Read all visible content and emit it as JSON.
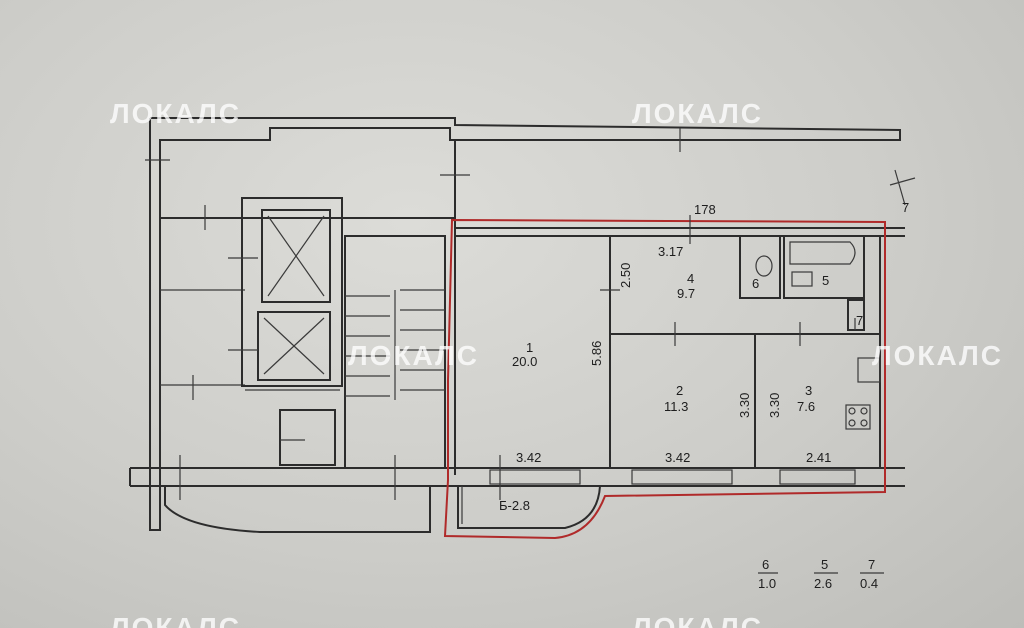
{
  "watermark": "ЛОКАЛС",
  "outline_color": "#b02a2a",
  "rooms": [
    {
      "num": "1",
      "area": "20.0"
    },
    {
      "num": "2",
      "area": "11.3"
    },
    {
      "num": "3",
      "area": "7.6"
    },
    {
      "num": "4",
      "area": "9.7"
    },
    {
      "num": "5",
      "area": ""
    },
    {
      "num": "6",
      "area": ""
    },
    {
      "num": "7",
      "area": ""
    }
  ],
  "balcony": "Б-2.8",
  "dimensions": {
    "total_width": "178",
    "room1_height": "5.86",
    "room1_width": "3.42",
    "room2_width": "3.42",
    "room2_height": "3.30",
    "room3_width": "2.41",
    "room3_height": "3.30",
    "room4_width": "3.17",
    "room4_height": "2.50"
  },
  "legend": [
    {
      "num": "6",
      "area": "1.0"
    },
    {
      "num": "5",
      "area": "2.6"
    },
    {
      "num": "7",
      "area": "0.4"
    }
  ],
  "corner_mark": "7"
}
